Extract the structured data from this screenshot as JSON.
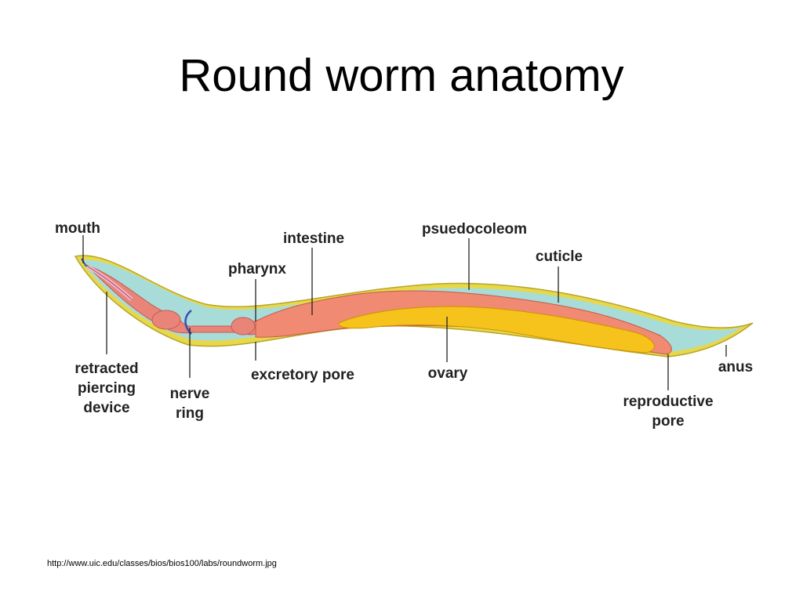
{
  "slide": {
    "title": "Round worm anatomy",
    "source": "http://www.uic.edu/classes/bios/bios100/labs/roundworm.jpg"
  },
  "colors": {
    "cuticle": "#e7d84a",
    "pseudocoel": "#a8dcd8",
    "gut": "#f08a72",
    "pharynx": "#e88578",
    "ovary": "#f6c21c",
    "nerve": "#3a4fb8",
    "label": "#222222"
  },
  "labels": {
    "mouth": "mouth",
    "retracted_line1": "retracted",
    "retracted_line2": "piercing",
    "retracted_line3": "device",
    "nerve_line1": "nerve",
    "nerve_line2": "ring",
    "pharynx": "pharynx",
    "intestine": "intestine",
    "excretory_pore": "excretory pore",
    "psuedocoleom": "psuedocoleom",
    "ovary": "ovary",
    "cuticle": "cuticle",
    "anus": "anus",
    "reproductive_line1": "reproductive",
    "reproductive_line2": "pore"
  }
}
